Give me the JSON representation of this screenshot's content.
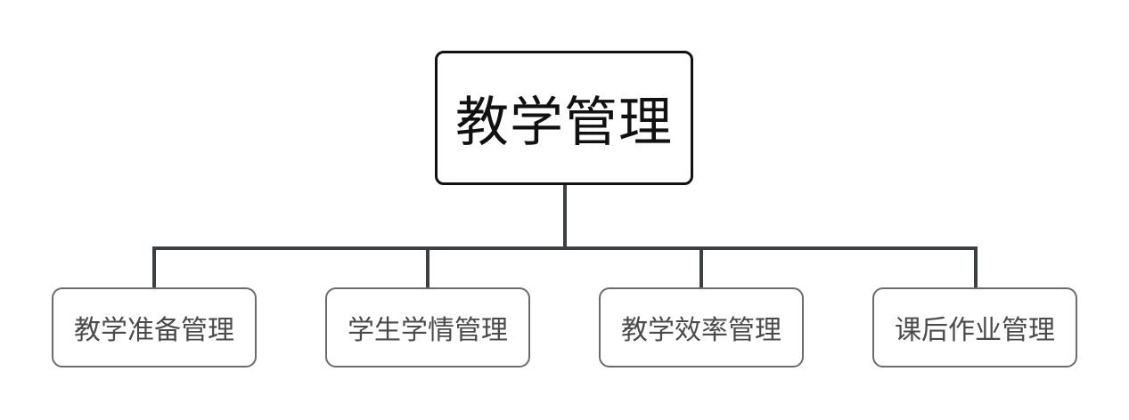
{
  "diagram": {
    "type": "org-chart",
    "root": {
      "label": "教学管理"
    },
    "children": [
      {
        "label": "教学准备管理"
      },
      {
        "label": "学生学情管理"
      },
      {
        "label": "教学效率管理"
      },
      {
        "label": "课后作业管理"
      }
    ]
  },
  "colors": {
    "connector": "#3c4043",
    "root_border": "#111111",
    "child_border": "#6b6b6b",
    "child_text": "#4a4a4a"
  }
}
